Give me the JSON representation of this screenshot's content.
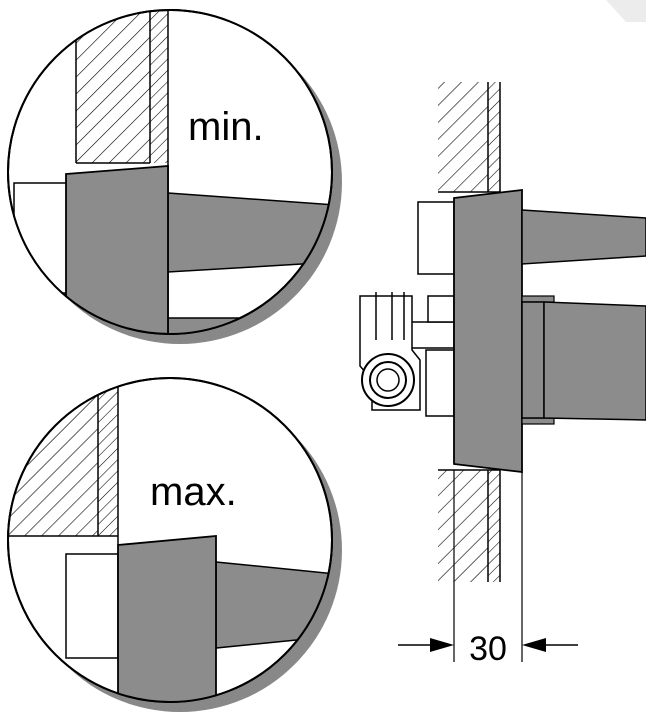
{
  "labels": {
    "min": "min.",
    "max": "max.",
    "dimension": "30"
  },
  "colors": {
    "flange": "#8c8c8c",
    "line": "#000000",
    "shadow": "#888888",
    "background": "#ffffff",
    "corner_mark": "#ececec"
  }
}
